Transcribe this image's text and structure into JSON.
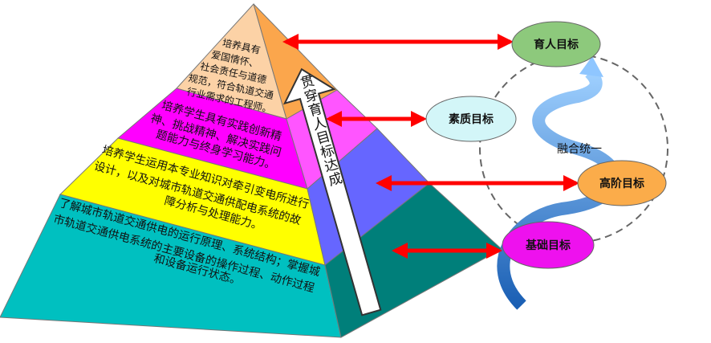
{
  "pyramid": {
    "levels": [
      {
        "lines": [
          "培养具有",
          "爱国情怀、",
          "社会责任与道德",
          "规范，符合轨道交通",
          "行业需求的工程师。"
        ],
        "color": "#fcd2a6",
        "side_color": "#fba64c"
      },
      {
        "lines": [
          "培养学生具有实践创新精",
          "神、挑战精神、解决实践问",
          "题能力与终身学习能力。"
        ],
        "color": "#ff00ff",
        "side_color": "#ff55ff"
      },
      {
        "lines": [
          "培养学生运用本专业知识对牵引变电所进行",
          "设计，以及对城市轨道交通供配电系统的故",
          "障分析与处理能力。"
        ],
        "color": "#ffff00",
        "side_color": "#6666ff"
      },
      {
        "lines": [
          "了解城市轨道交通供电的运行原理、系统结构；掌握城",
          "市轨道交通供电系统的主要设备的操作过程、动作过程",
          "和设备运行状态。"
        ],
        "color": "#00c0c0",
        "side_color": "#007f7a"
      }
    ],
    "arrow_label": "贯穿育人目标达成"
  },
  "goals": [
    {
      "label": "育人目标",
      "color": "#8dc97c"
    },
    {
      "label": "素质目标",
      "color": "#d3f6f8"
    },
    {
      "label": "高阶目标",
      "color": "#fbac4a"
    },
    {
      "label": "基础目标",
      "color": "#ee11ee"
    }
  ],
  "center_label": "融合统一",
  "colors": {
    "arrow": "#ff0000",
    "spiral": "#3a8ee0"
  }
}
